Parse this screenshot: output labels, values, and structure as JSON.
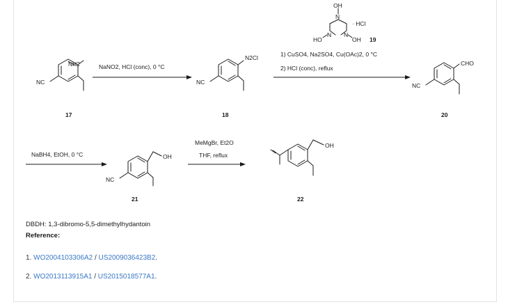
{
  "compounds": {
    "c17": {
      "number": "17",
      "sub_top": "NH2",
      "sub_left": "NC"
    },
    "c18": {
      "number": "18",
      "sub_top": "N2Cl",
      "sub_left": "NC"
    },
    "c20": {
      "number": "20",
      "sub_top": "CHO",
      "sub_left": "NC"
    },
    "c21": {
      "number": "21",
      "sub_top": "OH",
      "sub_left": "NC"
    },
    "c22": {
      "number": "22",
      "sub_top": "OH"
    },
    "c19": {
      "number": "19",
      "oh_top": "OH",
      "oh_left": "HO",
      "oh_right": "OH",
      "n": "N",
      "salt": "· HCl"
    }
  },
  "steps": {
    "step1": "NaNO2, HCl (conc), 0 °C",
    "step2a": "1) CuSO4, Na2SO4, Cu(OAc)2, 0 °C",
    "step2b": "2) HCl (conc), reflux",
    "step3": "NaBH4, EtOH, 0 °C",
    "step4a": "MeMgBr, Et2O",
    "step4b": "THF, reflux"
  },
  "notes": {
    "abbreviation": "DBDH: 1,3-dibromo-5,5-dimethylhydantoin",
    "reference_heading": "Reference:"
  },
  "references": [
    {
      "num": "1.",
      "a": "WO2004103306A2",
      "sep": " / ",
      "b": "US2009036423B2",
      "end": "."
    },
    {
      "num": "2.",
      "a": "WO2013113915A1",
      "sep": " / ",
      "b": "US2015018577A1",
      "end": "."
    }
  ]
}
